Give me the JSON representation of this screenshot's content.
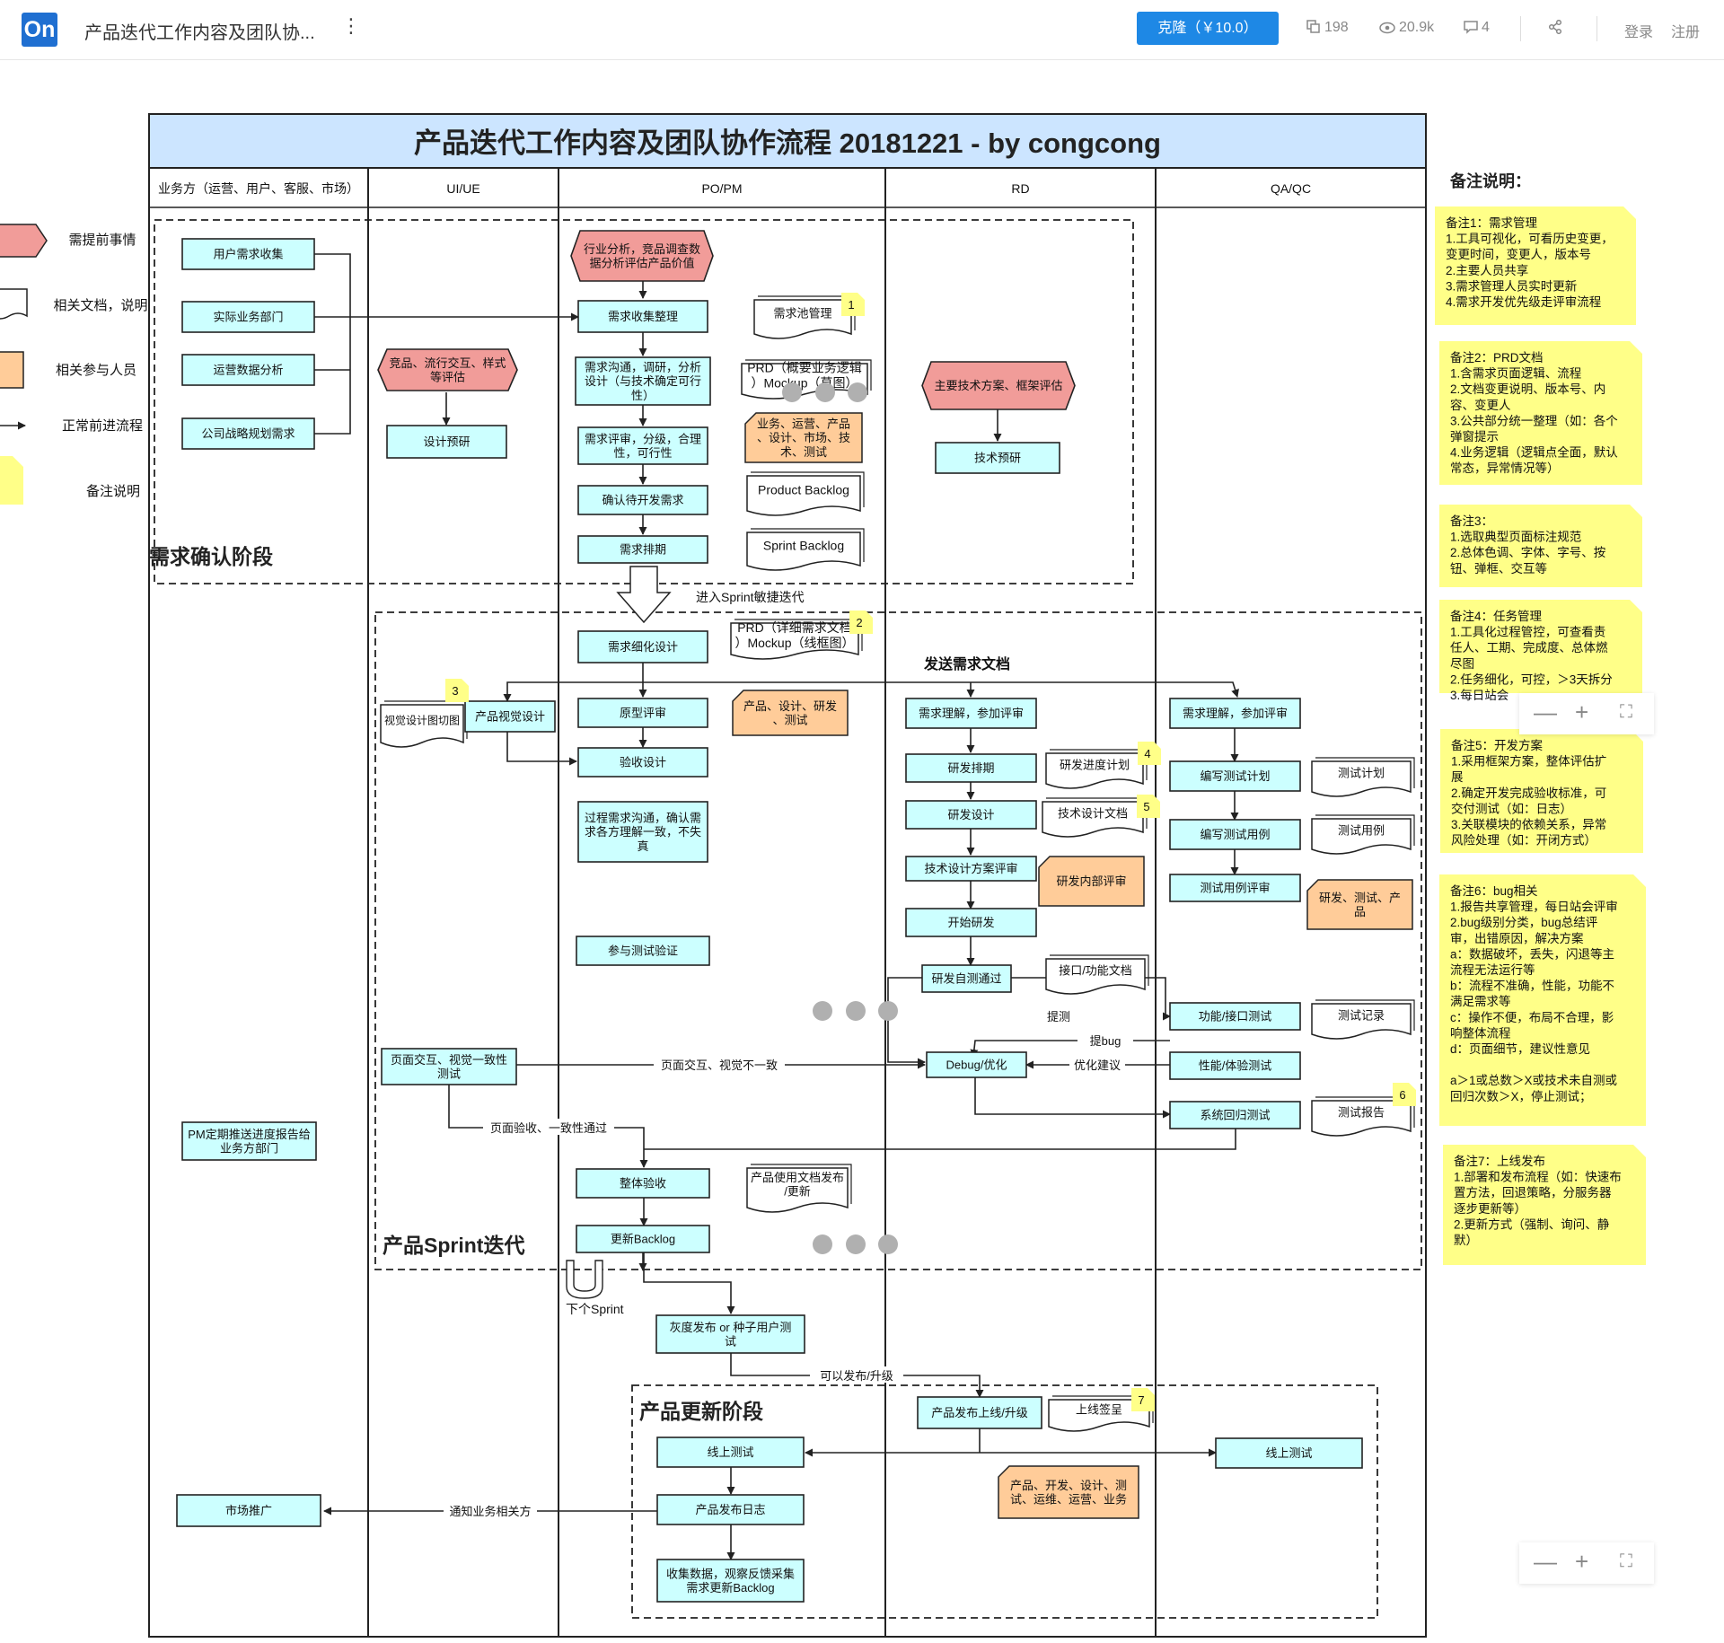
{
  "header": {
    "logo_text": "On",
    "title": "产品迭代工作内容及团队协...",
    "more_icon": "⋮",
    "clone_label": "克隆（￥10.0）",
    "copies": "198",
    "views": "20.9k",
    "comments": "4",
    "login": "登录",
    "register": "注册"
  },
  "colors": {
    "title_band": "#cce5ff",
    "process": "#ccffff",
    "hexagon": "#f19c99",
    "person": "#ffcc99",
    "note": "#ffff88",
    "accent": "#1e88e5"
  },
  "diagram": {
    "title": "产品迭代工作内容及团队协作流程 20181221 - by congcong",
    "lanes": [
      "业务方（运营、用户、客服、市场）",
      "UI/UE",
      "PO/PM",
      "RD",
      "QA/QC"
    ],
    "legend": {
      "hex": "需提前事情",
      "doc": "相关文档，说明",
      "person": "相关参与人员",
      "arrow": "正常前进流程",
      "note": "备注说明"
    },
    "stages": {
      "s1": "需求确认阶段",
      "s2": "产品Sprint迭代",
      "s3": "产品更新阶段"
    },
    "labels": {
      "enter_sprint": "进入Sprint敏捷迭代",
      "send_docs": "发送需求文档",
      "ui_mismatch": "页面交互、视觉不一致",
      "ui_pass": "页面验收、一致性通过",
      "submit_test": "提测",
      "report_bug": "提bug",
      "optimize": "优化建议",
      "next_sprint": "下个Sprint",
      "can_release": "可以发布/升级",
      "notify_biz": "通知业务相关方"
    },
    "biz": {
      "b1": "用户需求收集",
      "b2": "实际业务部门",
      "b3": "运营数据分析",
      "b4": "公司战略规划需求",
      "b5": "PM定期推送进度报告给业务方部门",
      "b6": "市场推广"
    },
    "ui": {
      "hex": "竞品、流行交互、样式等评估",
      "research": "设计预研",
      "visual_design": "产品视觉设计",
      "slice_doc": "视觉设计图切图",
      "consistency": "页面交互、视觉一致性测试"
    },
    "pm": {
      "hex": "行业分析，竞品调查数据分析评估产品价值",
      "collect": "需求收集整理",
      "communicate": "需求沟通，调研，分析设计（与技术确定可行性）",
      "review": "需求评审，分级，合理性，可行性",
      "confirm": "确认待开发需求",
      "schedule": "需求排期",
      "pool": "需求池管理",
      "prd1": "PRD（概要业务逻辑）Mockup（草图）",
      "people1": "业务、运营、产品、设计、市场、技术、测试",
      "product_backlog": "Product Backlog",
      "sprint_backlog": "Sprint Backlog",
      "refine": "需求细化设计",
      "prd2": "PRD（详细需求文档）Mockup（线框图）",
      "proto_review": "原型评审",
      "people2": "产品、设计、研发、测试",
      "accept_design": "验收设计",
      "process_comm": "过程需求沟通，确认需求各方理解一致，不失真",
      "join_test": "参与测试验证",
      "overall_accept": "整体验收",
      "manual": "产品使用文档发布/更新",
      "update_backlog": "更新Backlog",
      "gray": "灰度发布 or 种子用户测试",
      "online_test": "线上测试",
      "release_log": "产品发布日志",
      "collect_data": "收集数据，观察反馈采集需求更新Backlog"
    },
    "rd": {
      "hex": "主要技术方案、框架评估",
      "research": "技术预研",
      "understand": "需求理解，参加评审",
      "dev_schedule": "研发排期",
      "dev_plan": "研发进度计划",
      "dev_design": "研发设计",
      "tech_doc": "技术设计文档",
      "tech_review": "技术设计方案评审",
      "internal_review": "研发内部评审",
      "start_dev": "开始研发",
      "self_test": "研发自测通过",
      "api_doc": "接口/功能文档",
      "debug": "Debug/优化",
      "release": "产品发布上线/升级",
      "release_sign": "上线签呈",
      "people": "产品、开发、设计、测试、运维、运营、业务"
    },
    "qa": {
      "understand": "需求理解，参加评审",
      "test_plan": "编写测试计划",
      "test_plan_doc": "测试计划",
      "test_case": "编写测试用例",
      "test_case_doc": "测试用例",
      "case_review": "测试用例评审",
      "people": "研发、测试、产品",
      "func_test": "功能/接口测试",
      "test_record": "测试记录",
      "perf_test": "性能/体验测试",
      "regression": "系统回归测试",
      "test_report": "测试报告",
      "online_test": "线上测试"
    },
    "note_badges": [
      "1",
      "2",
      "3",
      "4",
      "5",
      "6",
      "7"
    ],
    "remarks_title": "备注说明：",
    "notes": [
      [
        "备注1：需求管理",
        "1.工具可视化，可看历史变更，",
        "变更时间，变更人，版本号",
        "2.主要人员共享",
        "3.需求管理人员实时更新",
        "4.需求开发优先级走评审流程"
      ],
      [
        "备注2：PRD文档",
        "1.含需求页面逻辑、流程",
        "2.文档变更说明、版本号、内",
        "容、变更人",
        "3.公共部分统一整理（如：各个",
        "弹窗提示",
        "4.业务逻辑（逻辑点全面，默认",
        "常态，异常情况等）"
      ],
      [
        "备注3：",
        "1.选取典型页面标注规范",
        "2.总体色调、字体、字号、按",
        "钮、弹框、交互等"
      ],
      [
        "备注4：任务管理",
        "1.工具化过程管控，可查看责",
        "任人、工期、完成度、总体燃",
        "尽图",
        "2.任务细化，可控，＞3天拆分",
        "3.每日站会"
      ],
      [
        "备注5：开发方案",
        "1.采用框架方案，整体评估扩",
        "展",
        "2.确定开发完成验收标准，可",
        "交付测试（如：日志）",
        "3.关联模块的依赖关系，异常",
        "风险处理（如：开闭方式）"
      ],
      [
        "备注6：bug相关",
        "1.报告共享管理，每日站会评审",
        "2.bug级别分类，bug总结评",
        "审，出错原因，解决方案",
        "a：数据破坏，丢失，闪退等主",
        "流程无法运行等",
        "b：流程不准确，性能，功能不",
        "满足需求等",
        "c：操作不便，布局不合理，影",
        "响整体流程",
        "d：页面细节，建议性意见",
        "",
        "a＞1或总数＞X或技术未自测或",
        "回归次数＞X，停止测试；"
      ],
      [
        "备注7：上线发布",
        "1.部署和发布流程（如：快速布",
        "置方法，回退策略，分服务器",
        "逐步更新等）",
        "2.更新方式（强制、询问、静",
        "默）"
      ]
    ],
    "zoom": {
      "minus": "—",
      "plus": "+",
      "fit": "⛶"
    }
  }
}
